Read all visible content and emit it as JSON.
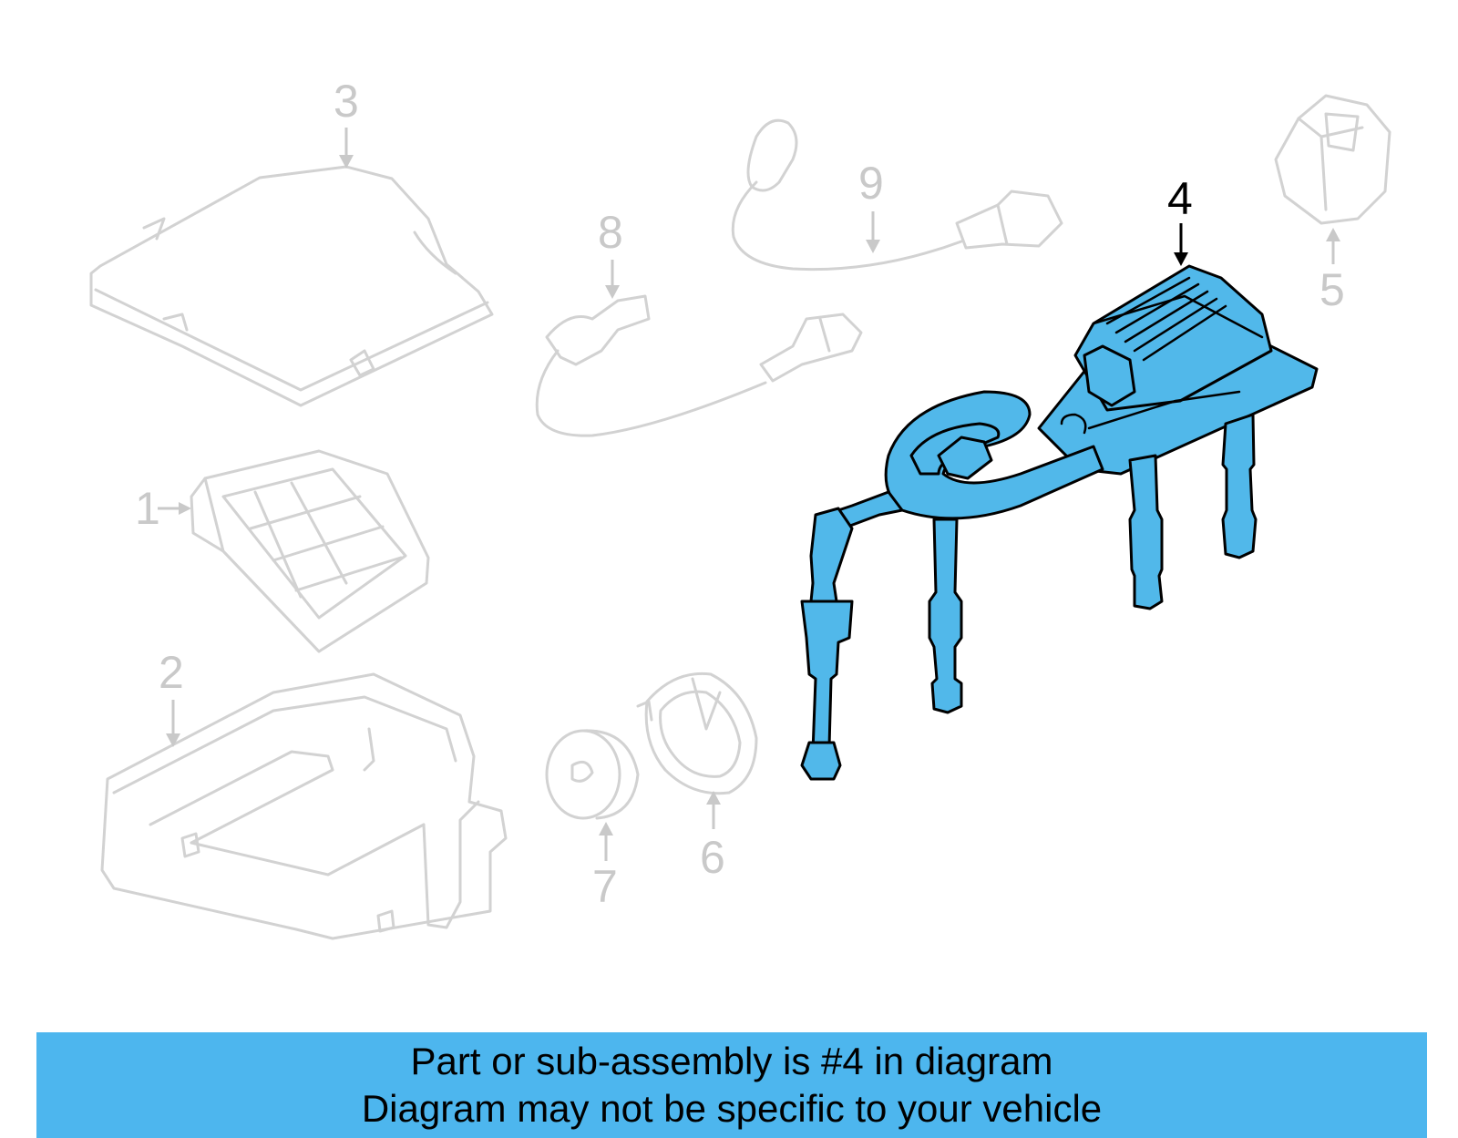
{
  "callouts": {
    "c1": "1",
    "c2": "2",
    "c3": "3",
    "c4": "4",
    "c5": "5",
    "c6": "6",
    "c7": "7",
    "c8": "8",
    "c9": "9"
  },
  "highlighted_part": "4",
  "colors": {
    "highlight": "#51b8ea",
    "banner": "#4db6ee",
    "faded_part": "#c9c9c9"
  },
  "banner": {
    "line1": "Part or sub-assembly is #4 in diagram",
    "line2": "Diagram may not be specific to your vehicle"
  }
}
